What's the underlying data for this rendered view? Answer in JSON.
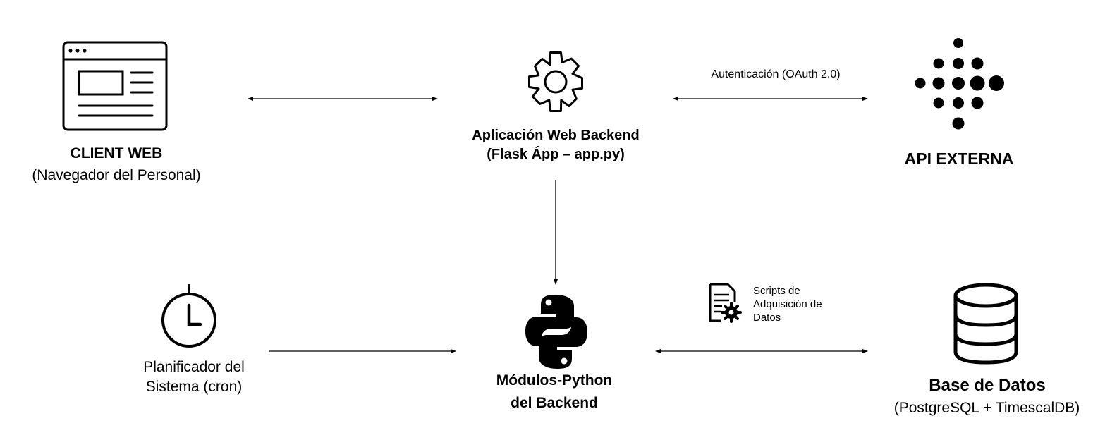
{
  "nodes": {
    "client": {
      "title": "CLIENT WEB",
      "subtitle": "(Navegador del Personal)"
    },
    "backend": {
      "title_line1": "Aplicación Web Backend",
      "title_line2": "(Flask Ápp – app.py)"
    },
    "api": {
      "title": "API EXTERNA"
    },
    "cron": {
      "line1": "Planificador del",
      "line2": "Sistema (cron)"
    },
    "python": {
      "line1": "Módulos-Python",
      "line2": "del Backend"
    },
    "database": {
      "title": "Base de Datos",
      "subtitle": "(PostgreSQL + TimescalDB)"
    }
  },
  "edges": {
    "backend_api": {
      "label": "Autenticación (OAuth 2.0)"
    },
    "python_database": {
      "label_line1": "Scripts de",
      "label_line2": "Adquisición de",
      "label_line3": "Datos"
    }
  },
  "icons": {
    "client": "browser-window-icon",
    "backend": "gear-icon",
    "api": "fitbit-logo-icon",
    "cron": "clock-icon",
    "python": "python-logo-icon",
    "database": "database-cylinder-icon",
    "scripts": "document-gear-icon"
  }
}
